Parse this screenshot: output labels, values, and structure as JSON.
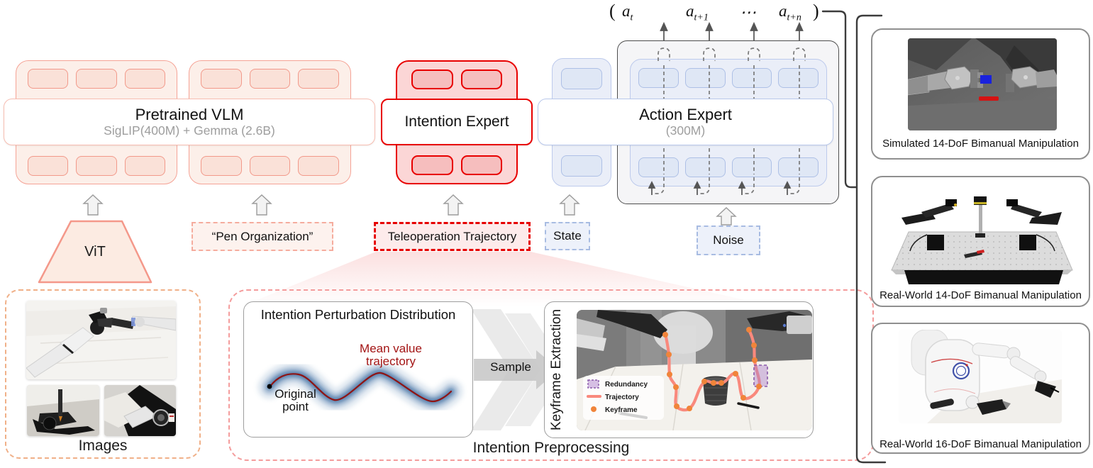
{
  "output_header": {
    "open": "(",
    "close": ")",
    "tokens": [
      {
        "base": "a",
        "sub": "t"
      },
      {
        "base": "a",
        "sub": "t+1"
      },
      {
        "base": "⋯",
        "sub": ""
      },
      {
        "base": "a",
        "sub": "t+n"
      }
    ]
  },
  "vlm": {
    "title": "Pretrained VLM",
    "subtitle": "SigLIP(400M) + Gemma (2.6B)"
  },
  "intention": {
    "title": "Intention Expert"
  },
  "action": {
    "title": "Action Expert",
    "subtitle": "(300M)"
  },
  "inputs": {
    "vit": "ViT",
    "instruction": "“Pen Organization”",
    "teleop": "Teleoperation Trajectory",
    "state": "State",
    "noise": "Noise"
  },
  "images_panel": {
    "label": "Images"
  },
  "preprocessing": {
    "label": "Intention Preprocessing",
    "distribution": {
      "title": "Intention Perturbation Distribution",
      "mean_label_line1": "Mean value",
      "mean_label_line2": "trajectory",
      "origin_label_line1": "Original",
      "origin_label_line2": "point"
    },
    "sample_label": "Sample",
    "keyframe": {
      "title": "Keyframe Extraction",
      "legend": [
        {
          "label": "Redundancy"
        },
        {
          "label": "Trajectory"
        },
        {
          "label": "Keyframe"
        }
      ]
    }
  },
  "tasks": [
    {
      "label": "Simulated 14-DoF Bimanual Manipulation"
    },
    {
      "label": "Real-World 14-DoF Bimanual Manipulation"
    },
    {
      "label": "Real-World 16-DoF Bimanual Manipulation"
    }
  ],
  "colors": {
    "salmon_border": "#F5A396",
    "red_accent": "#E80000",
    "blue_border": "#BDCAEC",
    "mean_trajectory_red": "#A31515",
    "trajectory_pink": "#F9897D",
    "keyframe_orange": "#F0843A",
    "redundancy_purple": "#8A5AAA",
    "images_dash_orange": "#F0B088",
    "preprocessing_dash": "#F49C9C"
  }
}
